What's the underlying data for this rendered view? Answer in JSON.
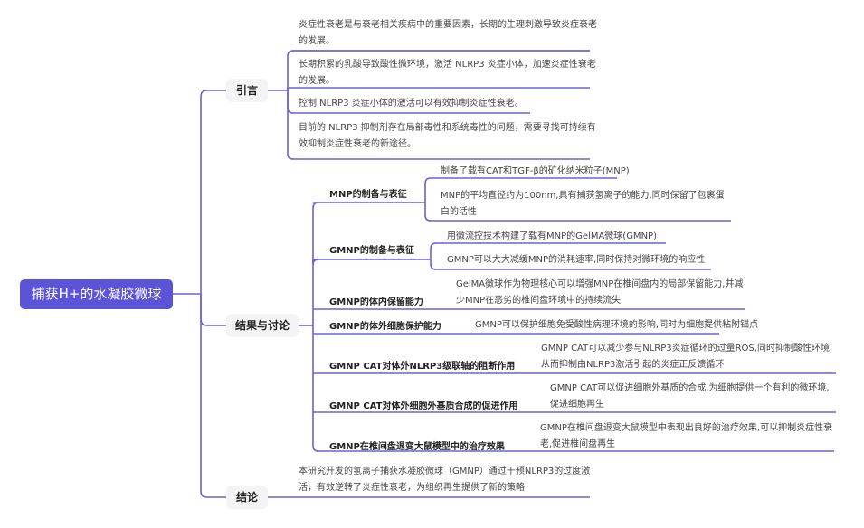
{
  "root": {
    "label": "捕获H+的水凝胶微球"
  },
  "colors": {
    "accent": "#5b54d6",
    "line": "#6a62dc",
    "section_bg": "#f4f4f5"
  },
  "sections": [
    {
      "label": "引言",
      "leaves": [
        "炎症性衰老是与衰老相关疾病中的重要因素，长期的生理刺激导致炎症衰老的发展。",
        "长期积累的乳酸导致酸性微环境，激活 NLRP3 炎症小体，加速炎症性衰老的发展。",
        "控制 NLRP3 炎症小体的激活可以有效抑制炎症性衰老。",
        "目前的 NLRP3 抑制剂存在局部毒性和系统毒性的问题，需要寻找可持续有效抑制炎症性衰老的新途径。"
      ]
    },
    {
      "label": "结果与讨论",
      "topics": [
        {
          "label": "MNP的制备与表征",
          "leaves": [
            "制备了载有CAT和TGF-β的矿化纳米粒子(MNP)",
            "MNP的平均直径约为100nm,具有捕获氢离子的能力,同时保留了包裹蛋白的活性"
          ]
        },
        {
          "label": "GMNP的制备与表征",
          "leaves": [
            "用微流控技术构建了载有MNP的GelMA微球(GMNP)",
            "GMNP可以大大减缓MNP的消耗速率,同时保持对微环境的响应性"
          ]
        },
        {
          "label": "GMNP的体内保留能力",
          "leaves": [
            "GelMA微球作为物理核心可以增强MNP在椎间盘内的局部保留能力,并减少MNP在恶劣的椎间盘环境中的持续流失"
          ]
        },
        {
          "label": "GMNP的体外细胞保护能力",
          "leaves": [
            "GMNP可以保护细胞免受酸性病理环境的影响,同时为细胞提供粘附锚点"
          ]
        },
        {
          "label": "GMNP CAT对体外NLRP3级联轴的阻断作用",
          "leaves": [
            "GMNP CAT可以减少参与NLRP3炎症循环的过量ROS,同时抑制酸性环境,从而抑制由NLRP3激活引起的炎症正反馈循环"
          ]
        },
        {
          "label": "GMNP CAT对体外细胞外基质合成的促进作用",
          "leaves": [
            "GMNP CAT可以促进细胞外基质的合成,为细胞提供一个有利的微环境,促进细胞再生"
          ]
        },
        {
          "label": "GMNP在椎间盘退变大鼠模型中的治疗效果",
          "leaves": [
            "GMNP在椎间盘退变大鼠模型中表现出良好的治疗效果,可以抑制炎症性衰老,促进椎间盘再生"
          ]
        }
      ]
    },
    {
      "label": "结论",
      "leaves": [
        "本研究开发的氢离子捕获水凝胶微球（GMNP）通过干预NLRP3的过度激活，有效逆转了炎症性衰老，为组织再生提供了新的策略"
      ]
    }
  ]
}
